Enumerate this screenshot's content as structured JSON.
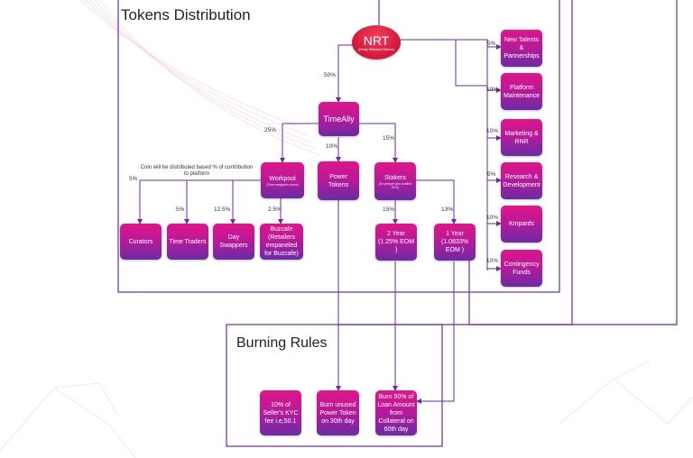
{
  "titles": {
    "tokens_distribution": "Tokens Distribution",
    "burning_rules": "Burning Rules"
  },
  "nrt": {
    "label": "NRT",
    "subtitle": "(Newly Released Tokens)"
  },
  "timeally": {
    "label": "TimeAlly"
  },
  "note_workpool": "Coin will be distributed based % of contribution to platform",
  "workpool": {
    "label": "Workpool",
    "subtitle": "(Time swappers users)"
  },
  "power_tokens": {
    "label": "Power Tokens"
  },
  "stakers": {
    "label": "Stakers",
    "subtitle": "(for people who availed ESS)"
  },
  "workpool_children": {
    "curators": "Curators",
    "time_traders": "Time Traders",
    "day_swappers": "Day Swappers",
    "buzcafe": "Buzcafe (Retailers empaneled for Buzcafe)"
  },
  "stakers_children": {
    "two_year": "2 Year (1.25% EOM )",
    "one_year": "1 Year (1.0833% EOM )"
  },
  "right_boxes": [
    {
      "label": "New Talents & Partnerships",
      "pct": "5%"
    },
    {
      "label": "Platform Maintenance",
      "pct": "10%"
    },
    {
      "label": "Marketing & RNR",
      "pct": "10%"
    },
    {
      "label": "Research & Development",
      "pct": "5%"
    },
    {
      "label": "Kmpards",
      "pct": "10%"
    },
    {
      "label": "Contingency Funds",
      "pct": "10%"
    }
  ],
  "percentages": {
    "nrt_to_timeally": "50%",
    "to_workpool": "25%",
    "to_power": "10%",
    "to_stakers": "15%",
    "curators": "5%",
    "time_traders": "5%",
    "day_swappers": "12.5%",
    "buzcafe": "2.5%",
    "two_year": "15%",
    "one_year": "13%"
  },
  "burning": {
    "seller_kyc": "10% of Seller's KYC fee i.e,50.1",
    "unused_power": "Burn unused Power Token on 30th day",
    "loan": "Burn 50% of Loan Amount from Collateral on 60th day"
  }
}
